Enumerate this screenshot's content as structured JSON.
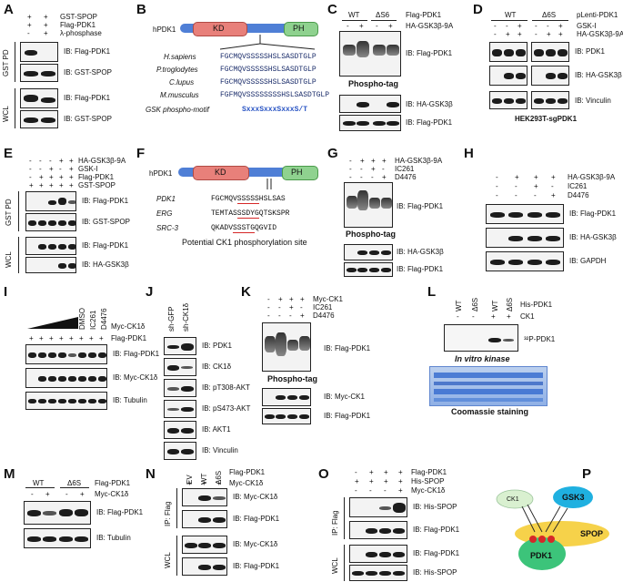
{
  "panels": [
    "A",
    "B",
    "C",
    "D",
    "E",
    "F",
    "G",
    "H",
    "I",
    "J",
    "K",
    "L",
    "M",
    "N",
    "O",
    "P"
  ],
  "A": {
    "rows": [
      "GST-SPOP",
      "Flag-PDK1",
      "λ-phosphase"
    ],
    "signs": [
      [
        "+",
        "+"
      ],
      [
        "+",
        "+"
      ],
      [
        "-",
        "+"
      ]
    ],
    "side_labels": [
      "GST PD",
      "WCL"
    ],
    "ib": [
      "IB: Flag-PDK1",
      "IB: GST-SPOP",
      "IB: Flag-PDK1",
      "IB: GST-SPOP"
    ]
  },
  "B": {
    "protein": "hPDK1",
    "kd": "KD",
    "ph": "PH",
    "species": [
      "H.sapiens",
      "P.troglodytes",
      "C.lupus",
      "M.musculus"
    ],
    "seqs": [
      "FGCMQVSSSSSHSLSASDTGLP",
      "FGCMQVSSSSSHSLSASDTGLP",
      "FGCMQVSSSSSHSLSASDTGLP",
      "FGFMQVSSSSSSSSHSLSASDTGLP"
    ],
    "motif_label": "GSK phospho-motif",
    "motif": "SxxxSxxxSxxxS/T"
  },
  "C": {
    "cols": [
      "WT",
      "ΔS6"
    ],
    "rows": [
      "Flag-PDK1",
      "HA-GSK3β-9A"
    ],
    "signs": [
      [
        "-",
        "+",
        "-",
        "+"
      ]
    ],
    "ib": [
      "IB: Flag-PDK1",
      "IB: HA-GSK3β",
      "IB: Flag-PDK1"
    ],
    "phos": "Phospho-tag"
  },
  "D": {
    "construct": "pLenti-PDK1",
    "cols": [
      "WT",
      "Δ6S"
    ],
    "rows": [
      "GSK-I",
      "HA-GSK3β-9A"
    ],
    "signs": [
      [
        "-",
        "-",
        "+",
        "-",
        "-",
        "+"
      ],
      [
        "-",
        "+",
        "+",
        "-",
        "+",
        "+"
      ]
    ],
    "ib": [
      "IB: PDK1",
      "IB: HA-GSK3β",
      "IB: Vinculin"
    ],
    "cell": "HEK293T-sgPDK1"
  },
  "E": {
    "rows": [
      "HA-GSK3β-9A",
      "GSK-I",
      "Flag-PDK1",
      "GST-SPOP"
    ],
    "signs": [
      [
        "-",
        "-",
        "-",
        "+",
        "+"
      ],
      [
        "-",
        "-",
        "+",
        "-",
        "+"
      ],
      [
        "-",
        "+",
        "+",
        "+",
        "+"
      ],
      [
        "+",
        "+",
        "+",
        "+",
        "+"
      ]
    ],
    "side_labels": [
      "GST PD",
      "WCL"
    ],
    "ib": [
      "IB: Flag-PDK1",
      "IB: GST-SPOP",
      "IB: Flag-PDK1",
      "IB: HA-GSK3β"
    ]
  },
  "F": {
    "protein": "hPDK1",
    "kd": "KD",
    "ph": "PH",
    "names": [
      "PDK1",
      "ERG",
      "SRC-3"
    ],
    "seqs": [
      "FGCMQVSSSSSHSLSAS",
      "TEMTASSSDYGQTSKSPR",
      "QKADVSSSTGQGVID"
    ],
    "caption": "Potential CK1 phosphorylation site"
  },
  "G": {
    "rows": [
      "HA-GSK3β-9A",
      "IC261",
      "D4476"
    ],
    "signs": [
      [
        "-",
        "+",
        "+",
        "+"
      ],
      [
        "-",
        "-",
        "+",
        "-"
      ],
      [
        "-",
        "-",
        "-",
        "+"
      ]
    ],
    "ib": [
      "IB: Flag-PDK1",
      "IB: HA-GSK3β",
      "IB: Flag-PDK1"
    ],
    "phos": "Phospho-tag"
  },
  "H": {
    "rows": [
      "HA-GSK3β-9A",
      "IC261",
      "D4476"
    ],
    "signs": [
      [
        "-",
        "+",
        "+",
        "+"
      ],
      [
        "-",
        "-",
        "+",
        "-"
      ],
      [
        "-",
        "-",
        "-",
        "+"
      ]
    ],
    "ib": [
      "IB: Flag-PDK1",
      "IB: HA-GSK3β",
      "IB: GAPDH"
    ]
  },
  "I": {
    "treat": [
      "DMSO",
      "IC261",
      "D4476"
    ],
    "rows": [
      "Myc-CK1δ",
      "Flag-PDK1"
    ],
    "signs": [
      [
        "+",
        "+",
        "+",
        "+",
        "+",
        "+",
        "+",
        "+"
      ]
    ],
    "ib": [
      "IB: Flag-PDK1",
      "IB: Myc-CK1δ",
      "IB: Tubulin"
    ]
  },
  "J": {
    "cols": [
      "sh-GFP",
      "sh-CK1δ"
    ],
    "ib": [
      "IB: PDK1",
      "IB: CK1δ",
      "IB: pT308-AKT",
      "IB: pS473-AKT",
      "IB: AKT1",
      "IB: Vinculin"
    ]
  },
  "K": {
    "rows": [
      "Myc-CK1",
      "IC261",
      "D4476"
    ],
    "signs": [
      [
        "-",
        "+",
        "+",
        "+"
      ],
      [
        "-",
        "-",
        "+",
        "-"
      ],
      [
        "-",
        "-",
        "-",
        "+"
      ]
    ],
    "ib": [
      "IB: Flag-PDK1",
      "IB: Myc-CK1",
      "IB: Flag-PDK1"
    ],
    "phos": "Phospho-tag"
  },
  "L": {
    "cols": [
      "WT",
      "Δ6S",
      "WT",
      "Δ6S"
    ],
    "rows": [
      "His-PDK1",
      "CK1"
    ],
    "signs": [
      [
        "-",
        "-",
        "+",
        "+"
      ]
    ],
    "label32": "³²P-PDK1",
    "kinase": "In vitro kinase",
    "stain": "Coomassie staining"
  },
  "M": {
    "cols": [
      "WT",
      "Δ6S"
    ],
    "rows": [
      "Flag-PDK1",
      "Myc-CK1δ"
    ],
    "signs": [
      [
        "-",
        "+",
        "-",
        "+"
      ]
    ],
    "ib": [
      "IB: Flag-PDK1",
      "IB: Tubulin"
    ]
  },
  "N": {
    "cols": [
      "EV",
      "WT",
      "Δ6S"
    ],
    "rows": [
      "Flag-PDK1",
      "Myc-CK1δ"
    ],
    "signs": [
      [
        "+",
        "+",
        "+"
      ]
    ],
    "side_labels": [
      "IP: Flag",
      "WCL"
    ],
    "ib": [
      "IB: Myc-CK1δ",
      "IB: Flag-PDK1",
      "IB: Myc-CK1δ",
      "IB: Flag-PDK1"
    ]
  },
  "O": {
    "rows": [
      "Flag-PDK1",
      "His-SPOP",
      "Myc-CK1δ"
    ],
    "signs": [
      [
        "-",
        "+",
        "+",
        "+"
      ],
      [
        "+",
        "+",
        "+",
        "+"
      ],
      [
        "-",
        "-",
        "-",
        "+"
      ]
    ],
    "side_labels": [
      "IP: Flag",
      "WCL"
    ],
    "ib": [
      "IB: His-SPOP",
      "IB: Flag-PDK1",
      "IB: Flag-PDK1",
      "IB: His-SPOP"
    ]
  },
  "P": {
    "ck1": "CK1",
    "gsk3": "GSK3",
    "spop": "SPOP",
    "pdk1": "PDK1"
  },
  "colors": {
    "kd": "#e8807a",
    "ph": "#8fd28f",
    "bar": "#4f7fd6",
    "motif": "#2a55c4",
    "ck1_site": "#d62828",
    "coomassie": "#3a6fd0",
    "gsk3": "#1fb0e0",
    "spop": "#f6d24a",
    "pdk1": "#3cc47a",
    "ck1": "#d9f0d0"
  }
}
